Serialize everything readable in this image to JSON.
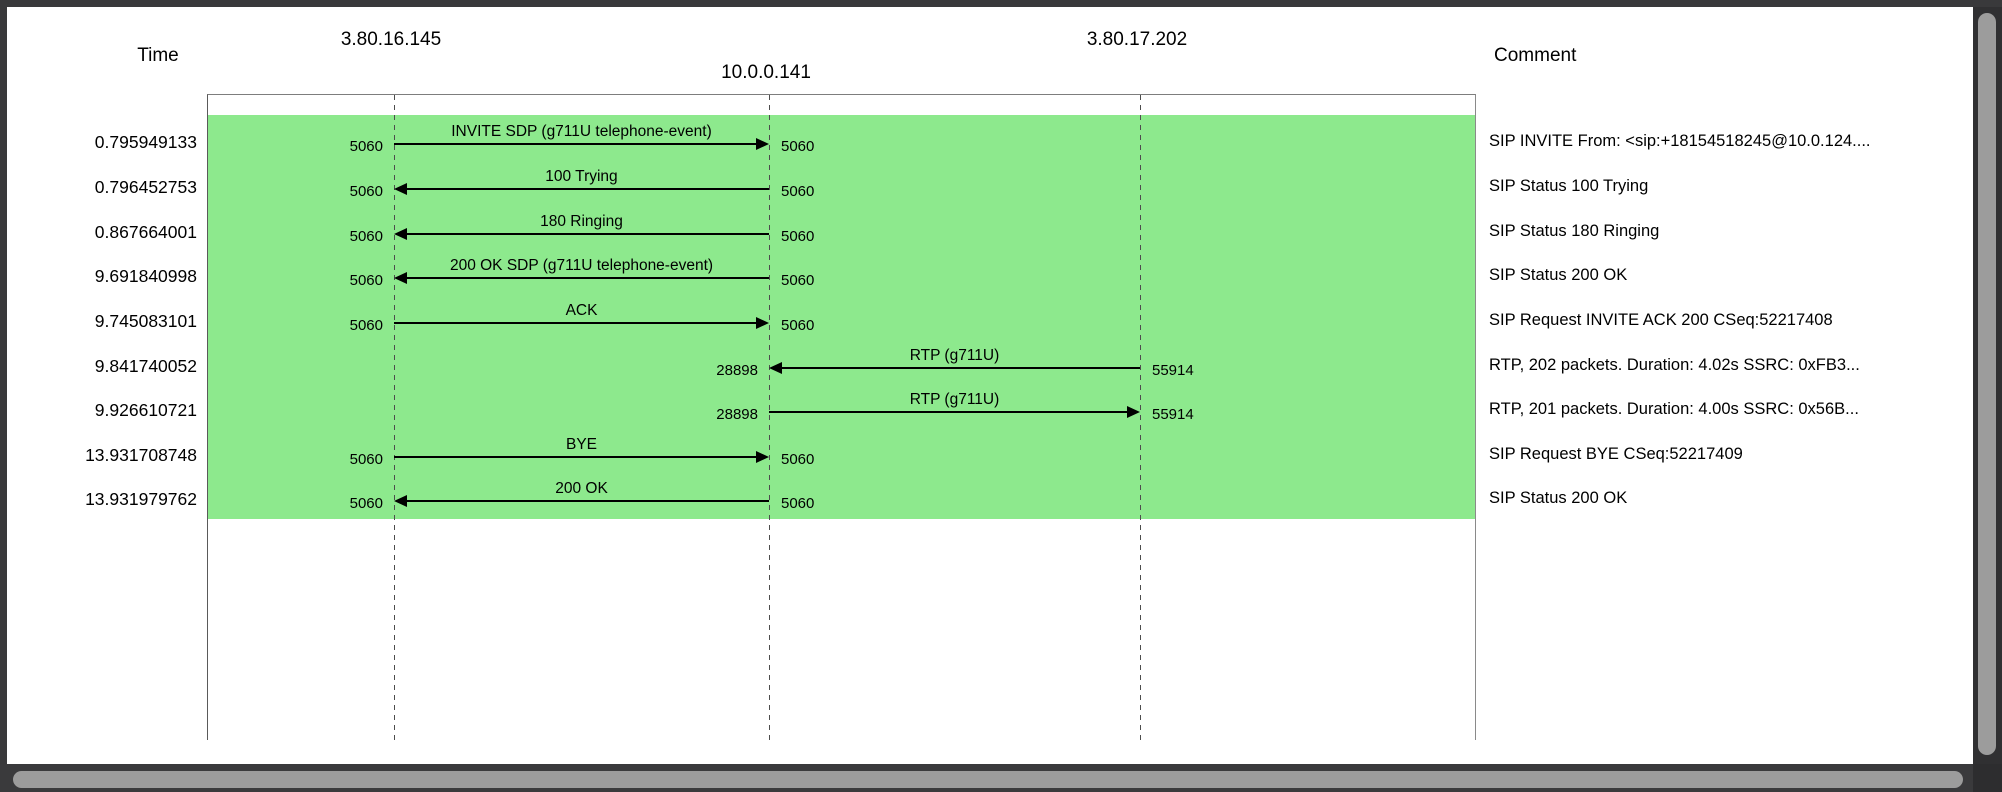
{
  "header": {
    "time_label": "Time",
    "comment_label": "Comment",
    "addresses": [
      "3.80.16.145",
      "10.0.0.141",
      "3.80.17.202"
    ]
  },
  "flow": {
    "messages": [
      {
        "time": "0.795949133",
        "from": 0,
        "to": 1,
        "label": "INVITE SDP (g711U telephone-event)",
        "src_port": "5060",
        "dst_port": "5060",
        "comment": "SIP INVITE From: <sip:+18154518245@10.0.124...."
      },
      {
        "time": "0.796452753",
        "from": 1,
        "to": 0,
        "label": "100 Trying",
        "src_port": "5060",
        "dst_port": "5060",
        "comment": "SIP Status 100 Trying"
      },
      {
        "time": "0.867664001",
        "from": 1,
        "to": 0,
        "label": "180 Ringing",
        "src_port": "5060",
        "dst_port": "5060",
        "comment": "SIP Status 180 Ringing"
      },
      {
        "time": "9.691840998",
        "from": 1,
        "to": 0,
        "label": "200 OK SDP (g711U telephone-event)",
        "src_port": "5060",
        "dst_port": "5060",
        "comment": "SIP Status 200 OK"
      },
      {
        "time": "9.745083101",
        "from": 0,
        "to": 1,
        "label": "ACK",
        "src_port": "5060",
        "dst_port": "5060",
        "comment": "SIP Request INVITE ACK 200 CSeq:52217408"
      },
      {
        "time": "9.841740052",
        "from": 2,
        "to": 1,
        "label": "RTP (g711U)",
        "src_port": "55914",
        "dst_port": "28898",
        "comment": "RTP, 202 packets. Duration: 4.02s SSRC: 0xFB3..."
      },
      {
        "time": "9.926610721",
        "from": 1,
        "to": 2,
        "label": "RTP (g711U)",
        "src_port": "28898",
        "dst_port": "55914",
        "comment": "RTP, 201 packets. Duration: 4.00s SSRC: 0x56B..."
      },
      {
        "time": "13.931708748",
        "from": 0,
        "to": 1,
        "label": "BYE",
        "src_port": "5060",
        "dst_port": "5060",
        "comment": "SIP Request BYE CSeq:52217409"
      },
      {
        "time": "13.931979762",
        "from": 1,
        "to": 0,
        "label": "200 OK",
        "src_port": "5060",
        "dst_port": "5060",
        "comment": "SIP Status 200 OK"
      }
    ]
  },
  "colors": {
    "band_green": "#8de98d",
    "frame_dark": "#39393b",
    "thumb_gray": "#9c9c9c"
  }
}
